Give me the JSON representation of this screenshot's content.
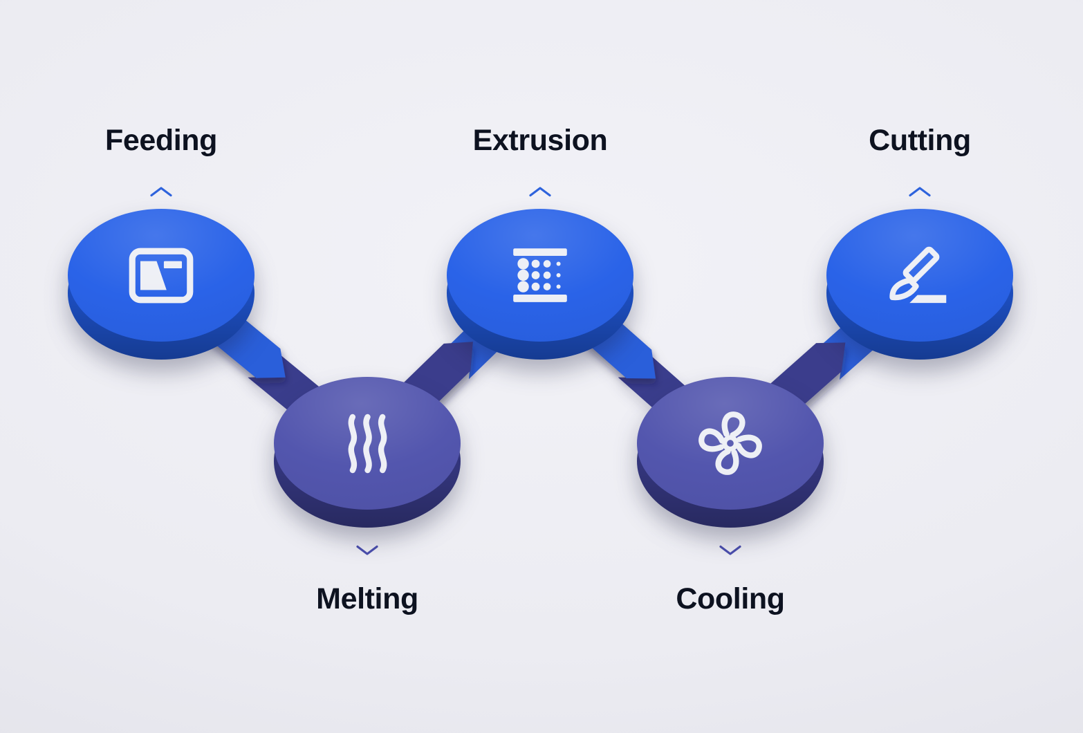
{
  "diagram": {
    "type": "process-flow",
    "stages": [
      {
        "label": "Feeding",
        "row": "top",
        "icon": "feeder-tray-icon"
      },
      {
        "label": "Melting",
        "row": "bottom",
        "icon": "heat-waves-icon"
      },
      {
        "label": "Extrusion",
        "row": "top",
        "icon": "extrusion-die-icon"
      },
      {
        "label": "Cooling",
        "row": "bottom",
        "icon": "fan-icon"
      },
      {
        "label": "Cutting",
        "row": "top",
        "icon": "scalpel-icon"
      }
    ]
  },
  "colors": {
    "node-blue": "#2A63E8",
    "node-blue-side": "#1C4CBB",
    "node-indigo": "#5356AE",
    "node-indigo-side": "#33357B",
    "band-blue": "#2C5FDA",
    "band-indigo": "#3A3D8C",
    "chevron-blue": "#2E63DC",
    "chevron-indigo": "#4B4FAE",
    "icon": "#EDEFF5",
    "label": "#0D1220",
    "background": "#ECECF2"
  }
}
